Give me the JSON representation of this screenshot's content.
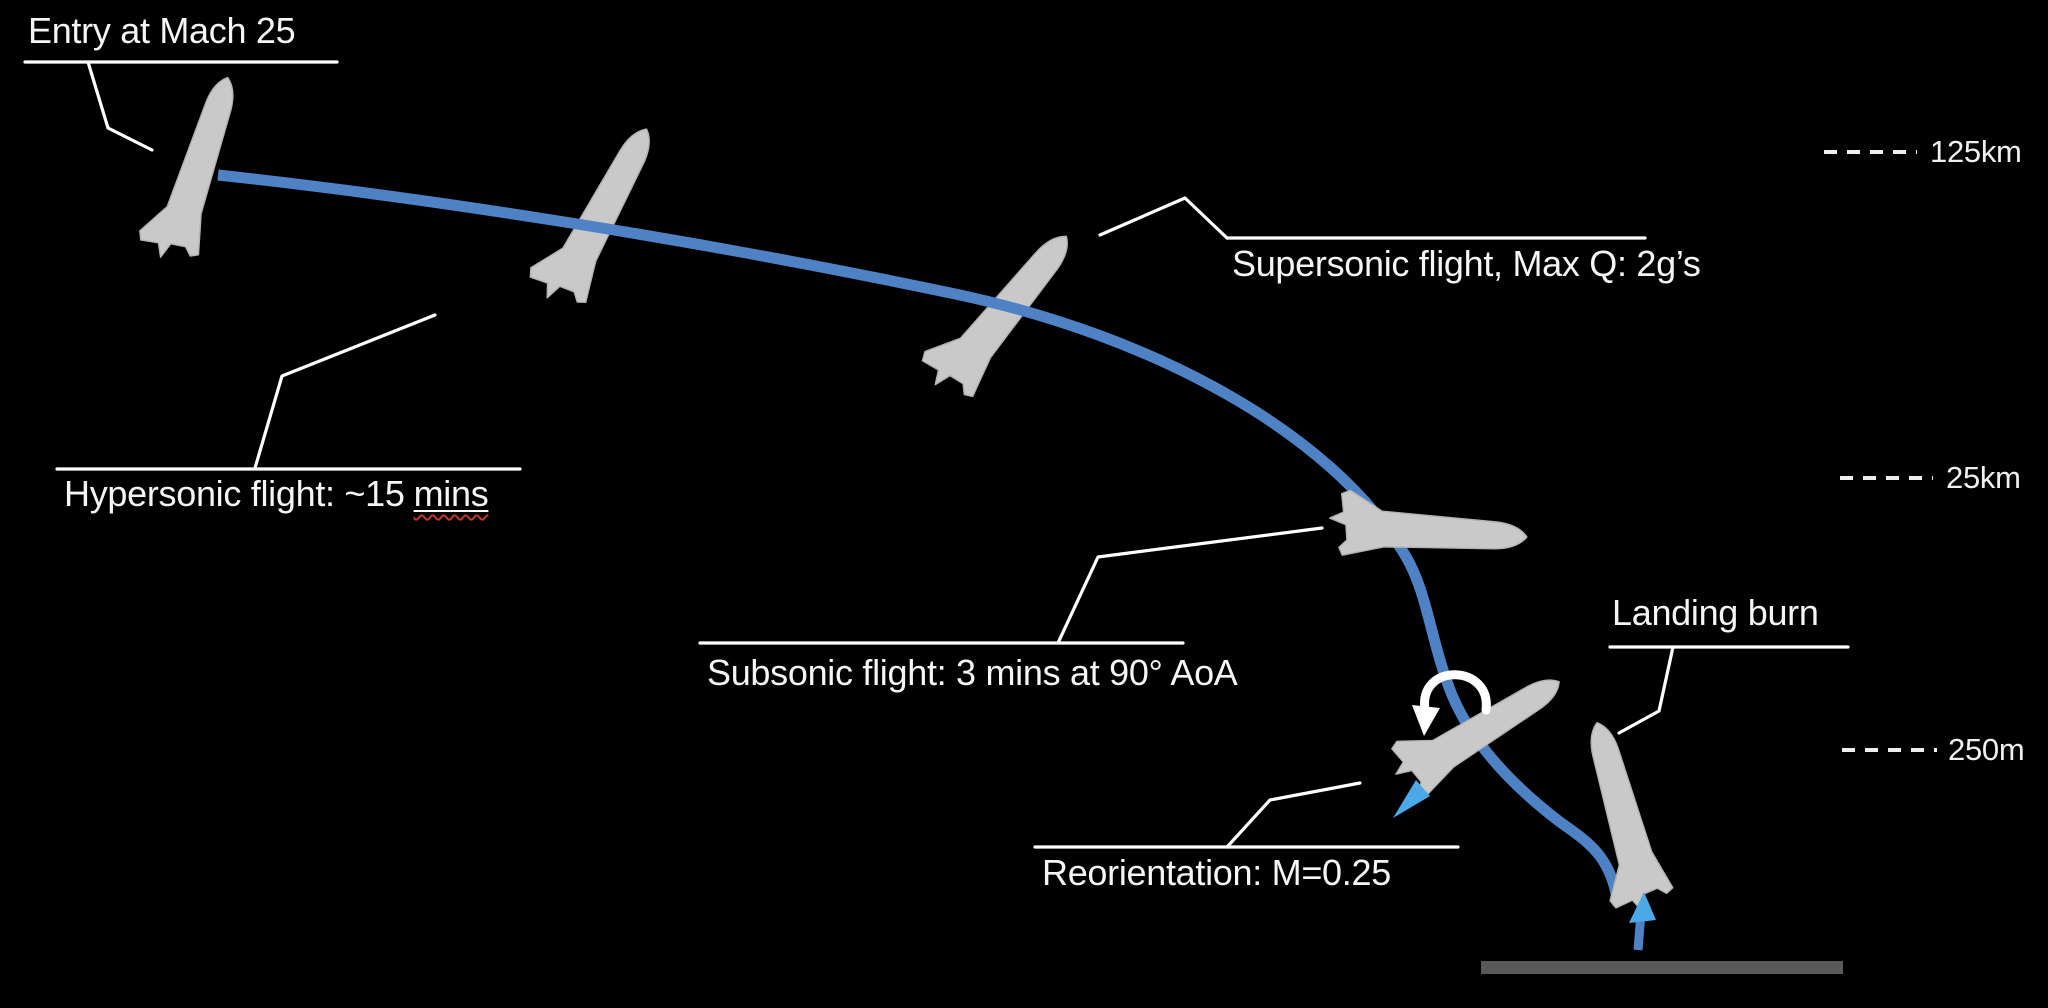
{
  "diagram": {
    "subject": "Spacecraft atmospheric entry and landing trajectory",
    "colors": {
      "background": "#000000",
      "trajectory": "#4e82c4",
      "flame": "#4aa9e6",
      "rocket": "#c9c9c9",
      "ground": "#595959",
      "callout_lines": "#ffffff",
      "spellcheck_squiggle": "#c0392b"
    }
  },
  "callouts": {
    "entry": "Entry at Mach 25",
    "hypersonic_prefix": "Hypersonic flight: ~15",
    "hypersonic_flagged_word": "mins",
    "supersonic": "Supersonic flight, Max Q: 2g’s",
    "subsonic": "Subsonic flight: 3 mins at 90° AoA",
    "reorientation": "Reorientation: M=0.25",
    "landing_burn": "Landing burn"
  },
  "altitude_markers": [
    {
      "label": "125km"
    },
    {
      "label": "25km"
    },
    {
      "label": "250m"
    }
  ],
  "icons": [
    "rocket-silhouette",
    "flip-maneuver-arrow",
    "engine-flame",
    "altitude-dashed-line",
    "ground-line"
  ]
}
